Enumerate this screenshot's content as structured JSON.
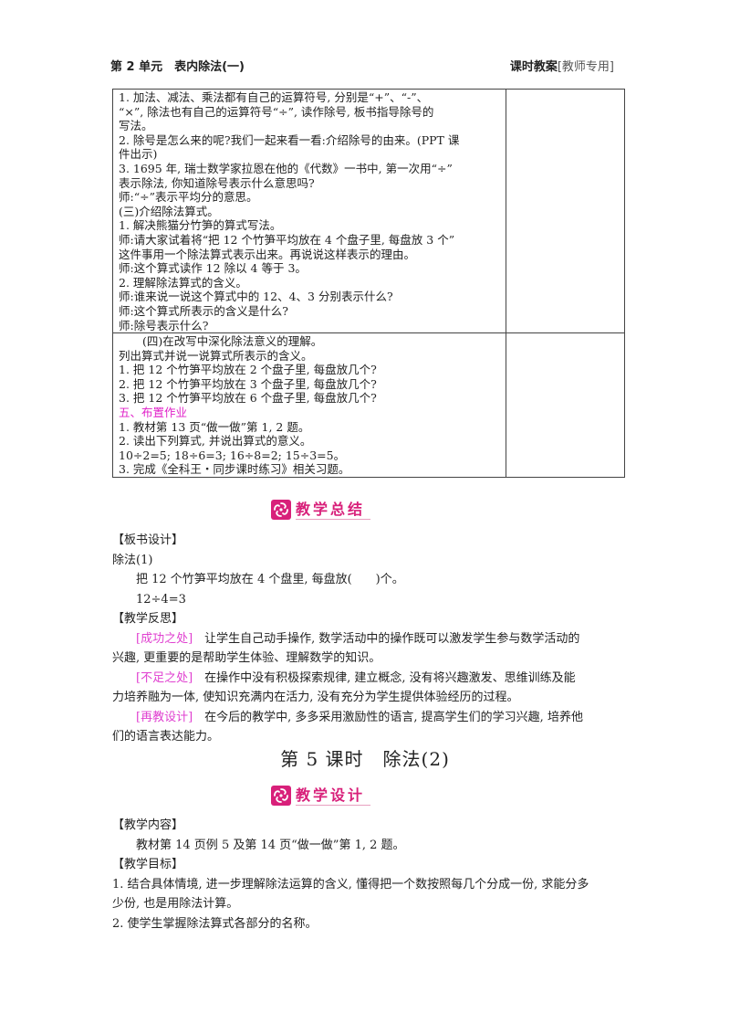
{
  "header": {
    "left": "第 2 单元　表内除法(一)",
    "right_main": "课时教案",
    "right_bracket": "[教师专用]"
  },
  "table": {
    "rows": [
      {
        "lines": [
          "1. 加法、减法、乘法都有自己的运算符号, 分别是“+”、“-”、",
          "“×”, 除法也有自己的运算符号“÷”, 读作除号, 板书指导除号的",
          "写法。",
          "2. 除号是怎么来的呢?我们一起来看一看:介绍除号的由来。(PPT 课",
          "件出示)",
          "3. 1695 年, 瑞士数学家拉恩在他的《代数》一书中, 第一次用“÷”",
          "表示除法, 你知道除号表示什么意思吗?",
          "师:“÷”表示平均分的意思。",
          "(三)介绍除法算式。",
          "1. 解决熊猫分竹笋的算式写法。",
          "师:请大家试着将“把 12 个竹笋平均放在 4 个盘子里, 每盘放 3 个”",
          "这件事用一个除法算式表示出来。再说说这样表示的理由。",
          "师:这个算式读作 12 除以 4 等于 3。",
          "2. 理解除法算式的含义。",
          "师:谁来说一说这个算式中的 12、4、3 分别表示什么?",
          "师:这个算式所表示的含义是什么?",
          "师:除号表示什么?"
        ],
        "side": ""
      },
      {
        "lines": [
          "(四)在改写中深化除法意义的理解。",
          "列出算式并说一说算式所表示的含义。",
          "1. 把 12 个竹笋平均放在 2 个盘子里, 每盘放几个?",
          "2. 把 12 个竹笋平均放在 3 个盘子里, 每盘放几个?",
          "3. 把 12 个竹笋平均放在 6 个盘子里, 每盘放几个?",
          "五、布置作业",
          "1. 教材第 13 页“做一做”第 1, 2 题。",
          "2. 读出下列算式, 并说出算式的意义。",
          "10÷2=5; 18÷6=3; 16÷8=2; 15÷3=5。",
          "3. 完成《全科王・同步课时练习》相关习题。"
        ],
        "side": ""
      }
    ]
  },
  "banner_summary": {
    "label": "教学总结",
    "icon": "swirl-logo-icon",
    "color": "#d8207a"
  },
  "summary": {
    "board_heading": "【板书设计】",
    "board_title": "除法(1)",
    "board_line1": "把 12 个竹笋平均放在 4 个盘里, 每盘放(　　)个。",
    "board_line2": "12÷4=3",
    "reflection_heading": "【教学反思】",
    "success_tag": "[成功之处]",
    "success_text_1": "　让学生自己动手操作, 数学活动中的操作既可以激发学生参与数学活动的",
    "success_text_2": "兴趣, 更重要的是帮助学生体验、理解数学的知识。",
    "weak_tag": "[不足之处]",
    "weak_text_1": "　在操作中没有积极探索规律, 建立概念, 没有将兴趣激发、思维训练及能",
    "weak_text_2": "力培养融为一体, 使知识充满内在活力, 没有充分为学生提供体验经历的过程。",
    "redesign_tag": "[再教设计]",
    "redesign_text_1": "　在今后的教学中, 多多采用激励性的语言, 提高学生们的学习兴趣, 培养他",
    "redesign_text_2": "们的语言表达能力。"
  },
  "lesson": {
    "title": "第 5 课时　除法(2)"
  },
  "banner_design": {
    "label": "教学设计",
    "icon": "swirl-logo-icon",
    "color": "#d8207a"
  },
  "design": {
    "content_heading": "【教学内容】",
    "content_text": "教材第 14 页例 5 及第 14 页“做一做”第 1, 2 题。",
    "goals_heading": "【教学目标】",
    "goal1_line1": "1. 结合具体情境, 进一步理解除法运算的含义, 懂得把一个数按照每几个分成一份, 求能分多",
    "goal1_line2": "少份, 也是用除法计算。",
    "goal2": "2. 使学生掌握除法算式各部分的名称。"
  },
  "colors": {
    "accent_magenta": "#e020c8",
    "banner_pink": "#d8207a",
    "text": "#222222",
    "border": "#444444"
  }
}
